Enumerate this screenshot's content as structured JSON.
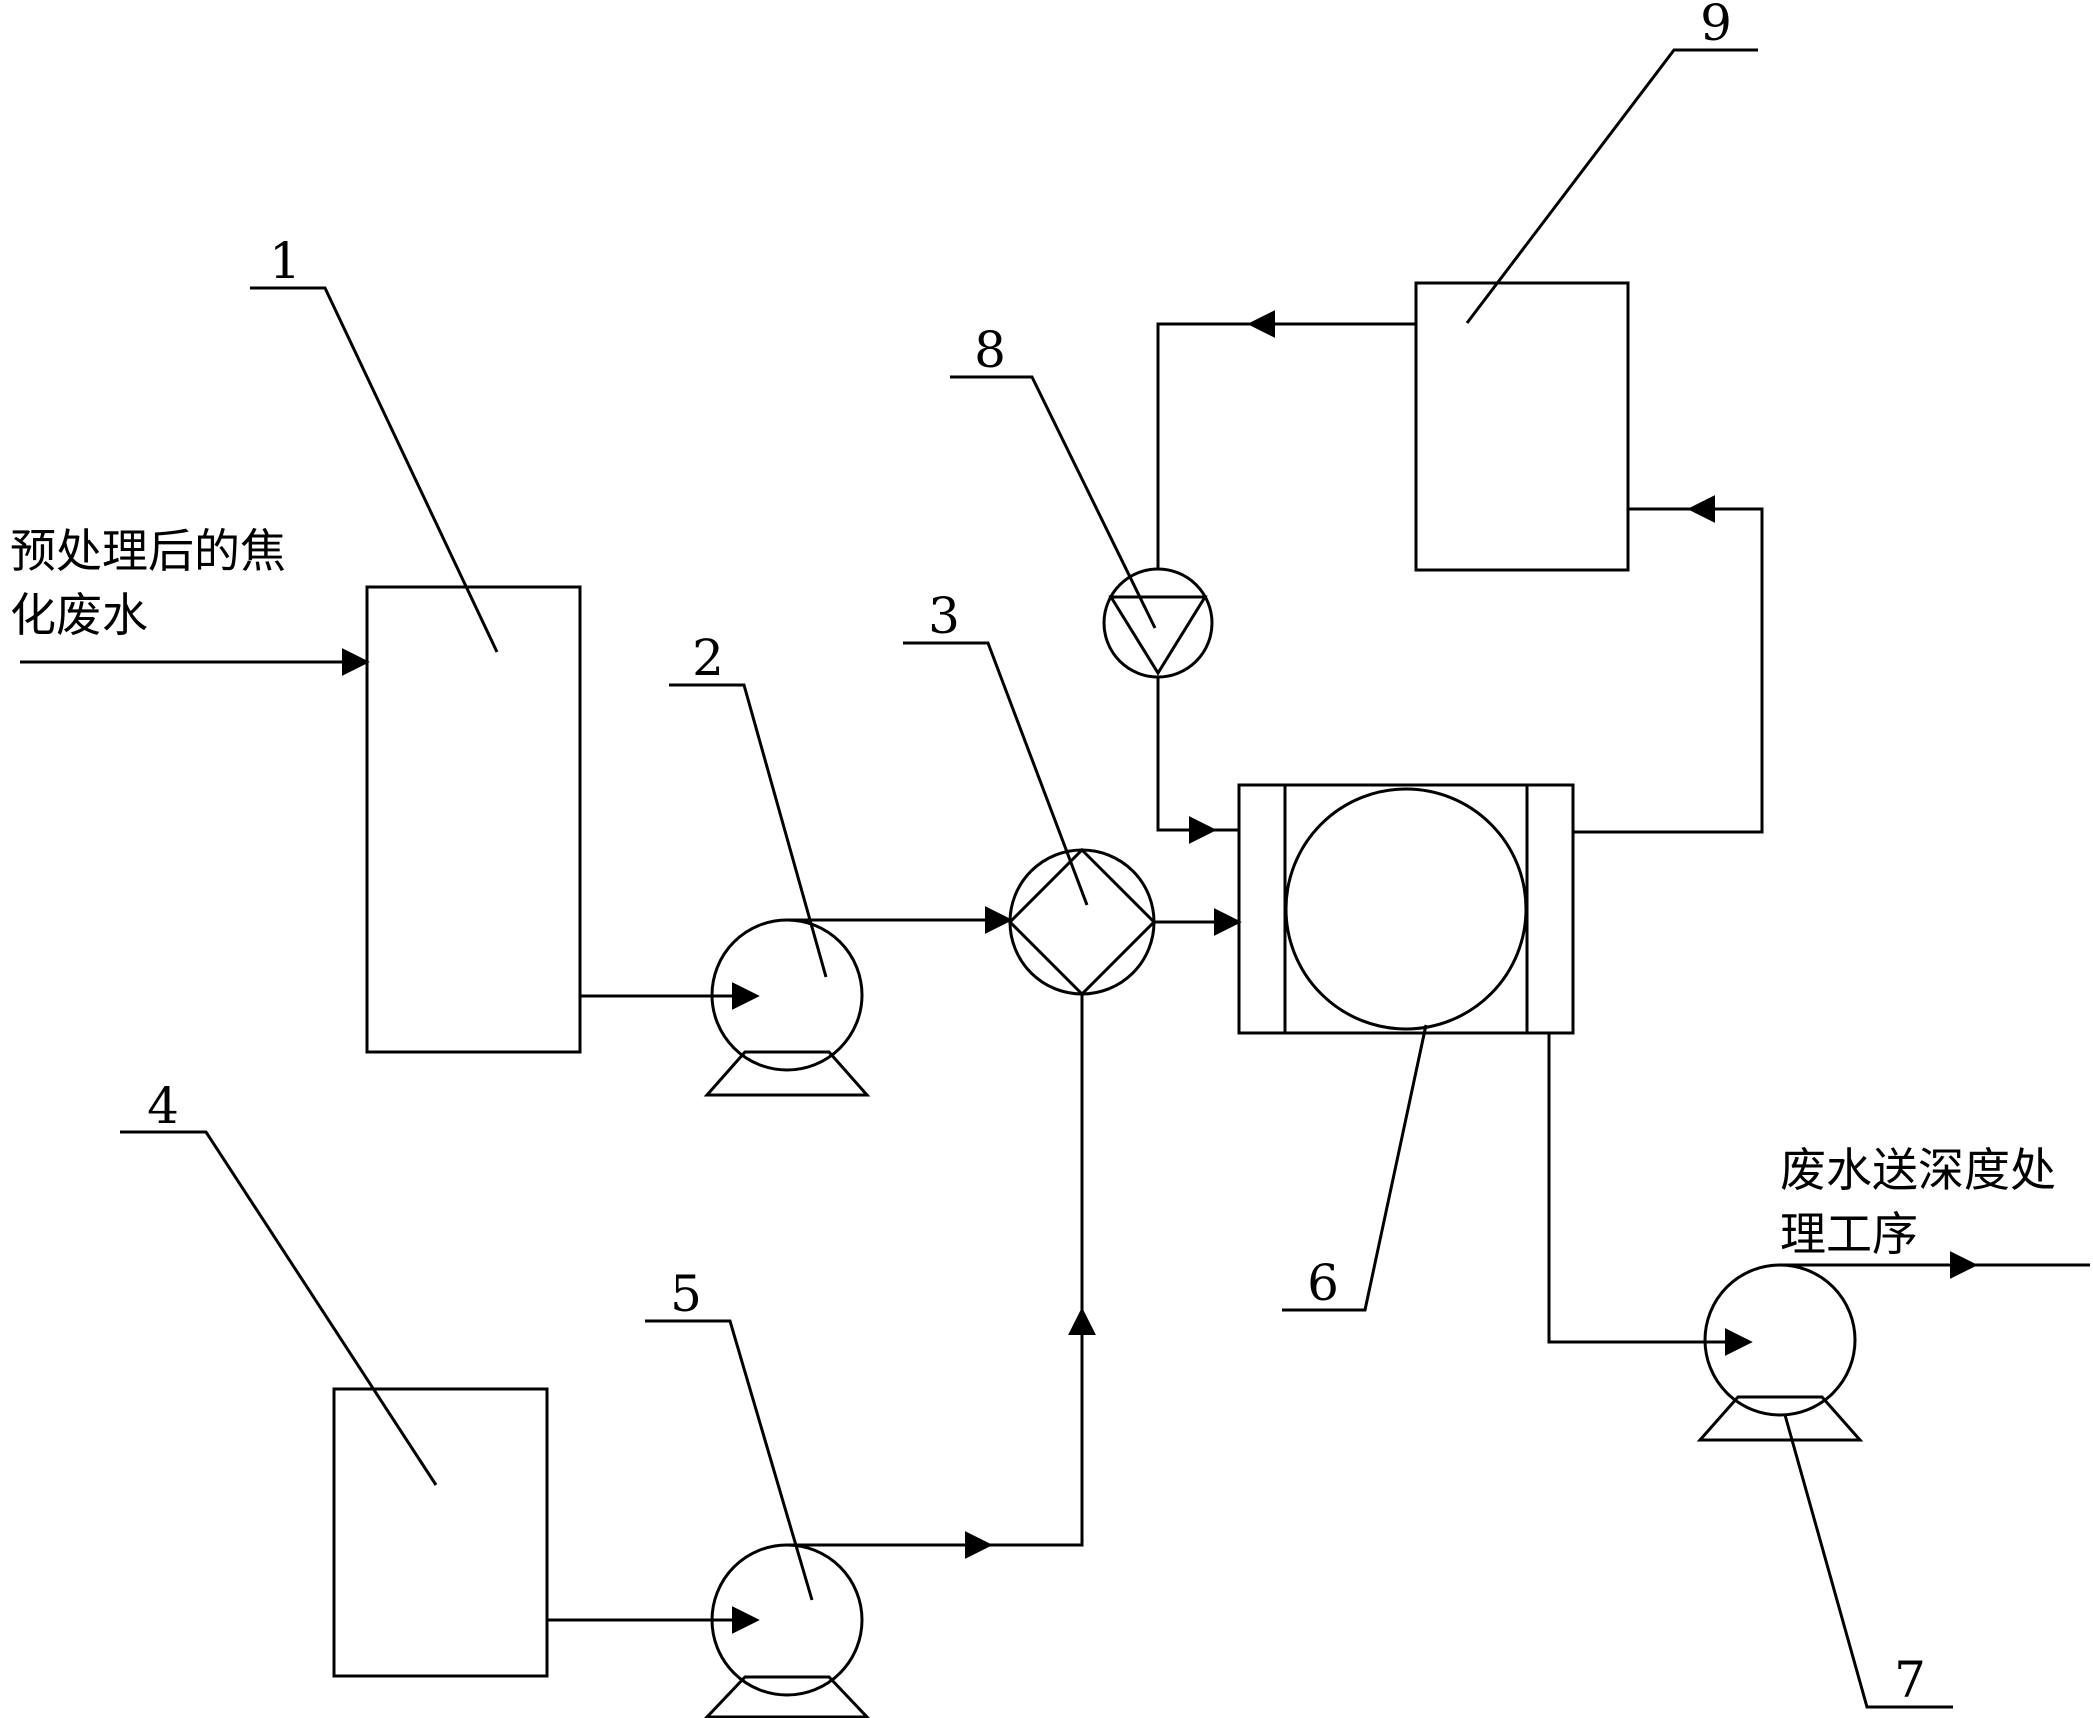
{
  "labels": {
    "inlet_line1": "预处理后的焦",
    "inlet_line2": "化废水",
    "outlet_line1": "废水送深度处",
    "outlet_line2": "理工序"
  },
  "callouts": {
    "n1": "1",
    "n2": "2",
    "n3": "3",
    "n4": "4",
    "n5": "5",
    "n6": "6",
    "n7": "7",
    "n8": "8",
    "n9": "9"
  }
}
